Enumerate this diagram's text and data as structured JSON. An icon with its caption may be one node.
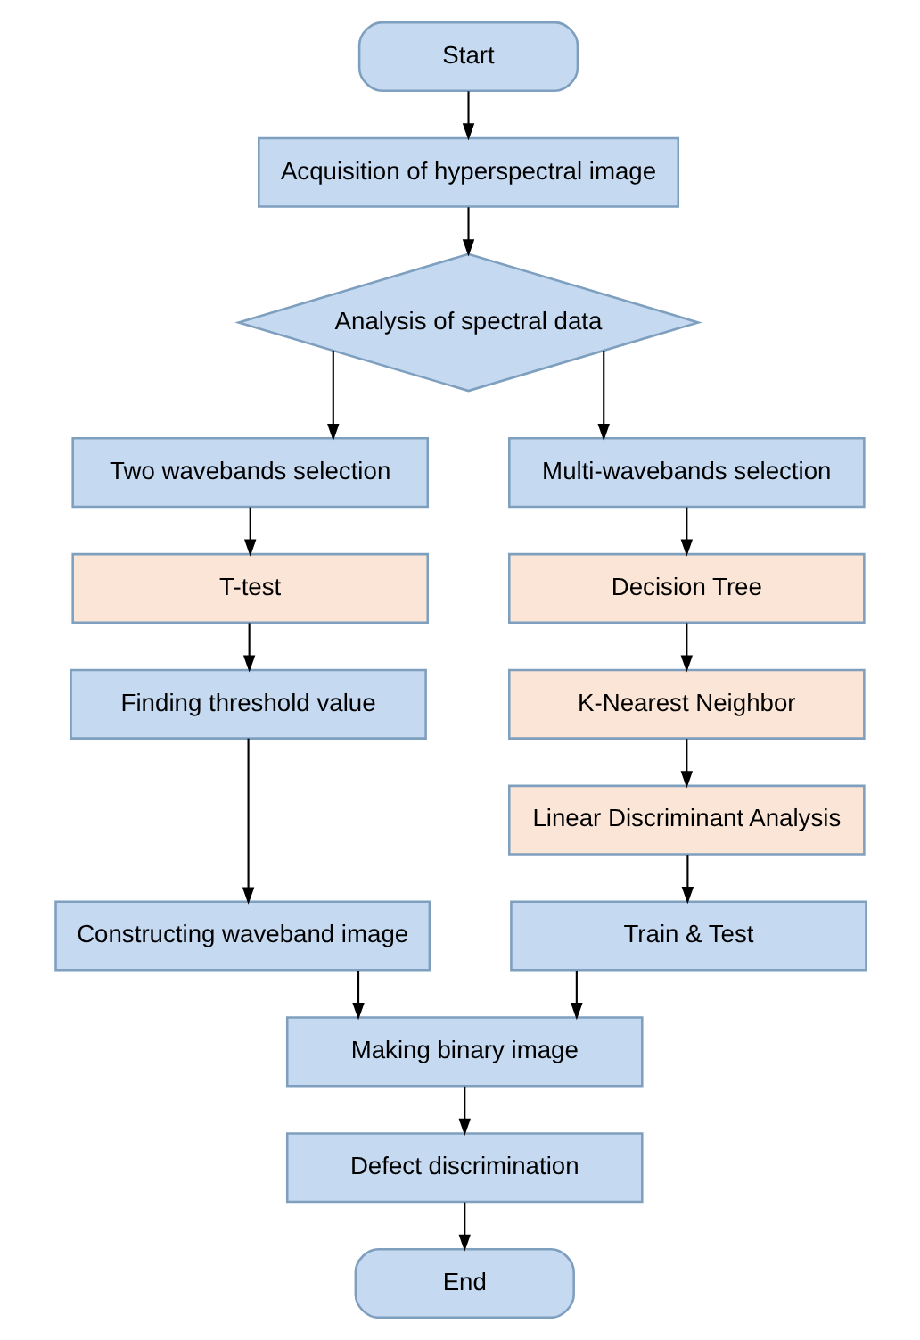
{
  "diagram": {
    "nodes": [
      {
        "text": [
          "Start"
        ]
      },
      {
        "text": [
          "Acquisition of hyperspectral image"
        ]
      },
      {
        "text": [
          "Analysis of spectral data"
        ]
      },
      {
        "text": [
          "Two wavebands selection"
        ]
      },
      {
        "text": [
          "Multi-wavebands selection"
        ]
      },
      {
        "text": [
          "T-test"
        ]
      },
      {
        "text": [
          "Finding threshold value"
        ]
      },
      {
        "text": [
          "Constructing waveband image"
        ]
      },
      {
        "text": [
          "Decision Tree"
        ]
      },
      {
        "text": [
          "K-Nearest Neighbor"
        ]
      },
      {
        "text": [
          "Linear Discriminant Analysis"
        ]
      },
      {
        "text": [
          "Train & Test"
        ]
      },
      {
        "text": [
          "Making binary image"
        ]
      },
      {
        "text": [
          "Defect discrimination"
        ]
      },
      {
        "text": [
          "End"
        ]
      }
    ],
    "edges": [
      {
        "from": 0,
        "to": 1,
        "arrow": "to"
      },
      {
        "from": 1,
        "to": 2,
        "arrow": "to"
      },
      {
        "from": 2,
        "to": 3,
        "arrow": "to"
      },
      {
        "from": 2,
        "to": 4,
        "arrow": "to"
      },
      {
        "from": 3,
        "to": 5,
        "arrow": "to"
      },
      {
        "from": 5,
        "to": 6,
        "arrow": "to"
      },
      {
        "from": 6,
        "to": 7,
        "arrow": "to"
      },
      {
        "from": 4,
        "to": 8,
        "arrow": "to"
      },
      {
        "from": 8,
        "to": 9,
        "arrow": "to"
      },
      {
        "from": 9,
        "to": 10,
        "arrow": "to"
      },
      {
        "from": 10,
        "to": 11,
        "arrow": "to"
      },
      {
        "from": 7,
        "to": 12,
        "arrow": "to"
      },
      {
        "from": 11,
        "to": 12,
        "arrow": "to"
      },
      {
        "from": 12,
        "to": 13,
        "arrow": "to"
      },
      {
        "from": 13,
        "to": 14,
        "arrow": "to"
      }
    ]
  }
}
